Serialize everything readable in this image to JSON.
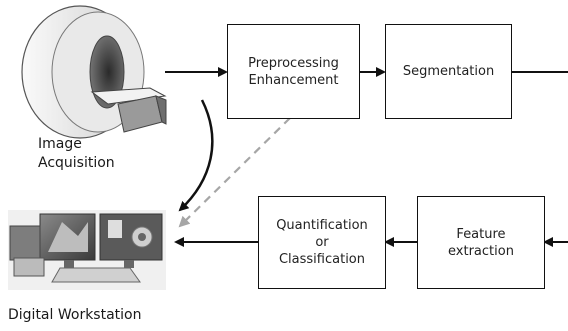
{
  "diagram": {
    "nodes": {
      "image_acquisition": {
        "label_line1": "Image",
        "label_line2": "Acquisition"
      },
      "preprocessing": {
        "line1": "Preprocessing",
        "line2": "Enhancement"
      },
      "segmentation": {
        "line1": "Segmentation"
      },
      "feature_extraction": {
        "line1": "Feature",
        "line2": "extraction"
      },
      "quantification": {
        "line1": "Quantification",
        "line2": "or",
        "line3": "Classification"
      },
      "digital_workstation": {
        "label": "Digital Workstation"
      }
    },
    "edges": [
      {
        "from": "image_acquisition",
        "to": "preprocessing",
        "style": "solid"
      },
      {
        "from": "preprocessing",
        "to": "segmentation",
        "style": "solid"
      },
      {
        "from": "segmentation",
        "to": "offscreen-right",
        "style": "solid"
      },
      {
        "from": "offscreen-right",
        "to": "feature_extraction",
        "style": "solid"
      },
      {
        "from": "feature_extraction",
        "to": "quantification",
        "style": "solid"
      },
      {
        "from": "quantification",
        "to": "digital_workstation",
        "style": "solid"
      },
      {
        "from": "image_acquisition",
        "to": "digital_workstation",
        "style": "solid-curved"
      },
      {
        "from": "preprocessing",
        "to": "digital_workstation",
        "style": "dashed"
      }
    ]
  },
  "colors": {
    "line": "#111111",
    "dashed": "#a6a6a6"
  },
  "icons": {
    "scanner": "mri-scanner-icon",
    "workstation": "workstation-icon"
  }
}
